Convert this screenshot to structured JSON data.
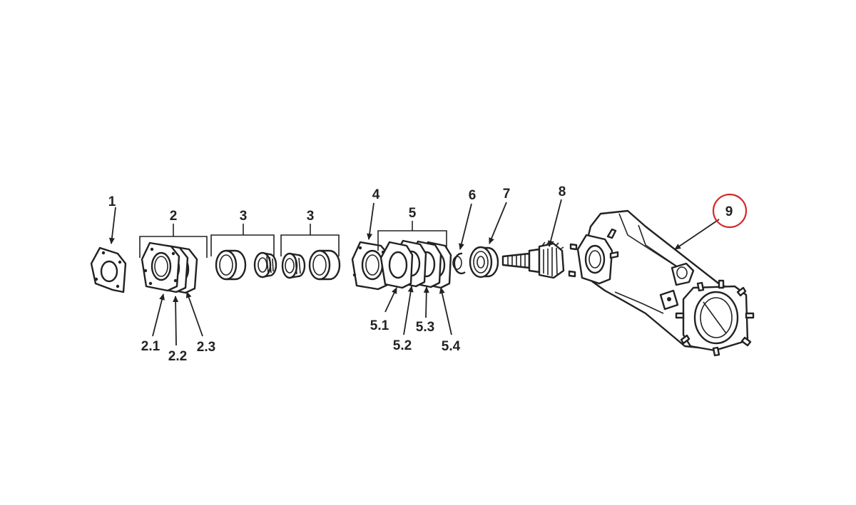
{
  "labels": {
    "p1": "1",
    "p2": "2",
    "p2_1": "2.1",
    "p2_2": "2.2",
    "p2_3": "2.3",
    "p3a": "3",
    "p3b": "3",
    "p4": "4",
    "p5": "5",
    "p5_1": "5.1",
    "p5_2": "5.2",
    "p5_3": "5.3",
    "p5_4": "5.4",
    "p6": "6",
    "p7": "7",
    "p8": "8",
    "p9": "9"
  },
  "highlight": {
    "part": "9",
    "color": "#d42a2a"
  },
  "colors": {
    "ink": "#222222",
    "background": "#ffffff"
  }
}
